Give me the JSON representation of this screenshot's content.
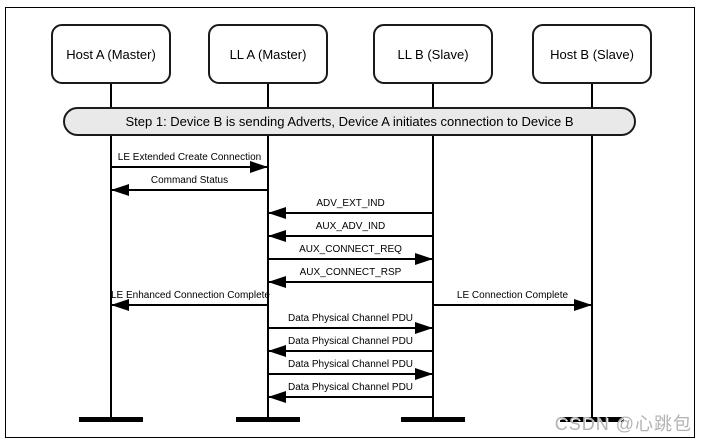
{
  "diagram": {
    "type": "sequence-diagram",
    "actors": [
      {
        "id": "hostA",
        "label": "Host A (Master)"
      },
      {
        "id": "llA",
        "label": "LL A (Master)"
      },
      {
        "id": "llB",
        "label": "LL B (Slave)"
      },
      {
        "id": "hostB",
        "label": "Host B (Slave)"
      }
    ],
    "step_banner": "Step 1: Device B is sending Adverts, Device A initiates connection to Device B",
    "messages": [
      {
        "label": "LE Extended Create Connection",
        "from": "hostA",
        "to": "llA",
        "row": 0
      },
      {
        "label": "Command Status",
        "from": "llA",
        "to": "hostA",
        "row": 1
      },
      {
        "label": "ADV_EXT_IND",
        "from": "llB",
        "to": "llA",
        "row": 2
      },
      {
        "label": "AUX_ADV_IND",
        "from": "llB",
        "to": "llA",
        "row": 3
      },
      {
        "label": "AUX_CONNECT_REQ",
        "from": "llA",
        "to": "llB",
        "row": 4
      },
      {
        "label": "AUX_CONNECT_RSP",
        "from": "llB",
        "to": "llA",
        "row": 5
      },
      {
        "label": "LE Enhanced Connection Complete",
        "from": "llA",
        "to": "hostA",
        "row": 6
      },
      {
        "label": "LE Connection Complete",
        "from": "llB",
        "to": "hostB",
        "row": 6
      },
      {
        "label": "Data Physical Channel PDU",
        "from": "llA",
        "to": "llB",
        "row": 7
      },
      {
        "label": "Data Physical Channel PDU",
        "from": "llB",
        "to": "llA",
        "row": 8
      },
      {
        "label": "Data Physical Channel PDU",
        "from": "llA",
        "to": "llB",
        "row": 9
      },
      {
        "label": "Data Physical Channel PDU",
        "from": "llB",
        "to": "llA",
        "row": 10
      }
    ]
  },
  "watermark": "CSDN @心跳包",
  "colors": {
    "banner_bg": "#e9e9e9",
    "line": "#000000",
    "watermark": "#b3b3b3"
  }
}
